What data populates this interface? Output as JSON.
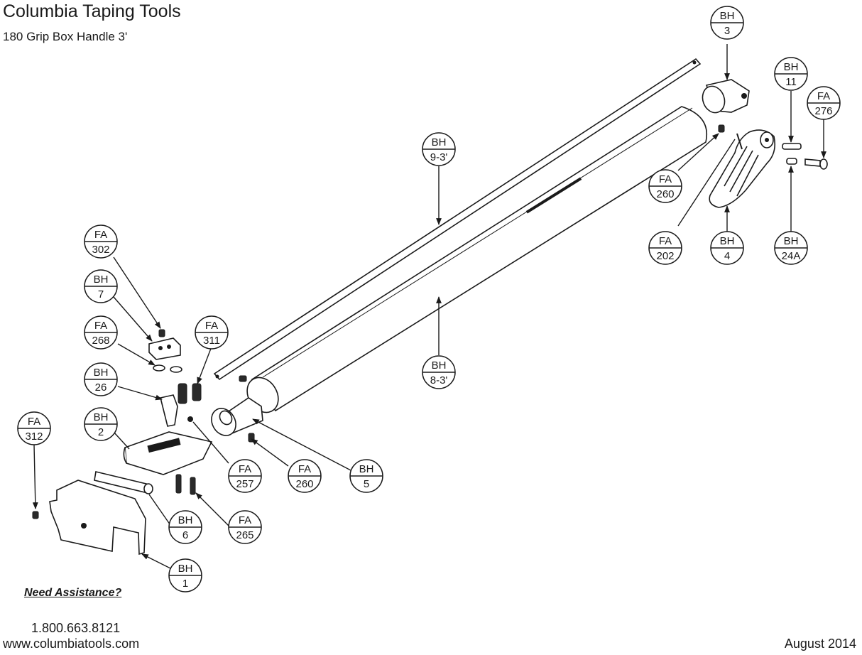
{
  "header": {
    "title": "Columbia Taping Tools",
    "subtitle": "180 Grip Box Handle 3'"
  },
  "footer": {
    "assistance": "Need Assistance?",
    "phone": "1.800.663.8121",
    "website": "www.columbiatools.com",
    "date": "August 2014"
  },
  "callouts": [
    {
      "id": "bh-3",
      "top": "BH",
      "bottom": "3"
    },
    {
      "id": "bh-11",
      "top": "BH",
      "bottom": "11"
    },
    {
      "id": "fa-276",
      "top": "FA",
      "bottom": "276"
    },
    {
      "id": "bh-9-3",
      "top": "BH",
      "bottom": "9-3'"
    },
    {
      "id": "fa-260-top",
      "top": "FA",
      "bottom": "260"
    },
    {
      "id": "fa-202",
      "top": "FA",
      "bottom": "202"
    },
    {
      "id": "bh-4",
      "top": "BH",
      "bottom": "4"
    },
    {
      "id": "bh-24a",
      "top": "BH",
      "bottom": "24A"
    },
    {
      "id": "fa-302",
      "top": "FA",
      "bottom": "302"
    },
    {
      "id": "bh-7",
      "top": "BH",
      "bottom": "7"
    },
    {
      "id": "fa-268",
      "top": "FA",
      "bottom": "268"
    },
    {
      "id": "fa-311",
      "top": "FA",
      "bottom": "311"
    },
    {
      "id": "bh-8-3",
      "top": "BH",
      "bottom": "8-3'"
    },
    {
      "id": "bh-26",
      "top": "BH",
      "bottom": "26"
    },
    {
      "id": "bh-2",
      "top": "BH",
      "bottom": "2"
    },
    {
      "id": "fa-312",
      "top": "FA",
      "bottom": "312"
    },
    {
      "id": "fa-257",
      "top": "FA",
      "bottom": "257"
    },
    {
      "id": "fa-260-low",
      "top": "FA",
      "bottom": "260"
    },
    {
      "id": "bh-5",
      "top": "BH",
      "bottom": "5"
    },
    {
      "id": "bh-6",
      "top": "BH",
      "bottom": "6"
    },
    {
      "id": "fa-265",
      "top": "FA",
      "bottom": "265"
    },
    {
      "id": "bh-1",
      "top": "BH",
      "bottom": "1"
    }
  ]
}
